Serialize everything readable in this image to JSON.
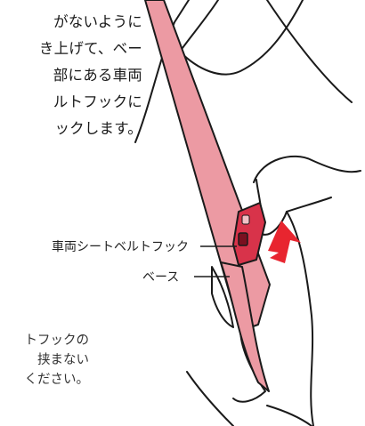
{
  "instruction": {
    "lines": [
      "がないように",
      "き上げて、ベー",
      "部にある車両",
      "ルトフックに",
      "ックします。"
    ]
  },
  "callouts": {
    "hook_label": "車両シートベルトフック",
    "base_label": "ベース"
  },
  "note": {
    "lines": [
      "トフックの",
      "挟まない",
      "ください。"
    ]
  },
  "colors": {
    "belt": "#ec9aa3",
    "belt_dark": "#d9606f",
    "hook": "#d8334a",
    "arrow": "#e8252f",
    "line": "#1a1a1a"
  }
}
